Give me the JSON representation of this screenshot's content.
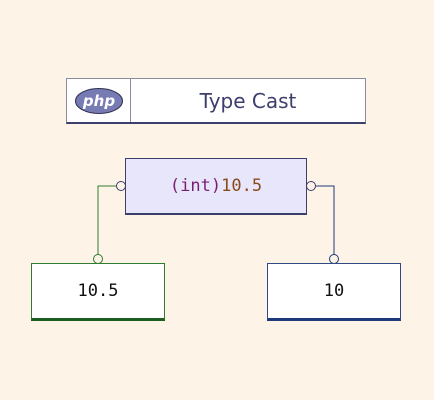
{
  "header": {
    "logo_text": "php",
    "title": "Type Cast"
  },
  "code": {
    "keyword": "(int)",
    "value": "10.5"
  },
  "results": {
    "left": "10.5",
    "right": "10"
  },
  "colors": {
    "background": "#fdf3e7",
    "title_border": "#3d3d6e",
    "code_box_fill": "#e8e6fb",
    "left_connector": "#2e7d32",
    "right_connector": "#1f3a7a",
    "php_logo": "#777bb3"
  }
}
